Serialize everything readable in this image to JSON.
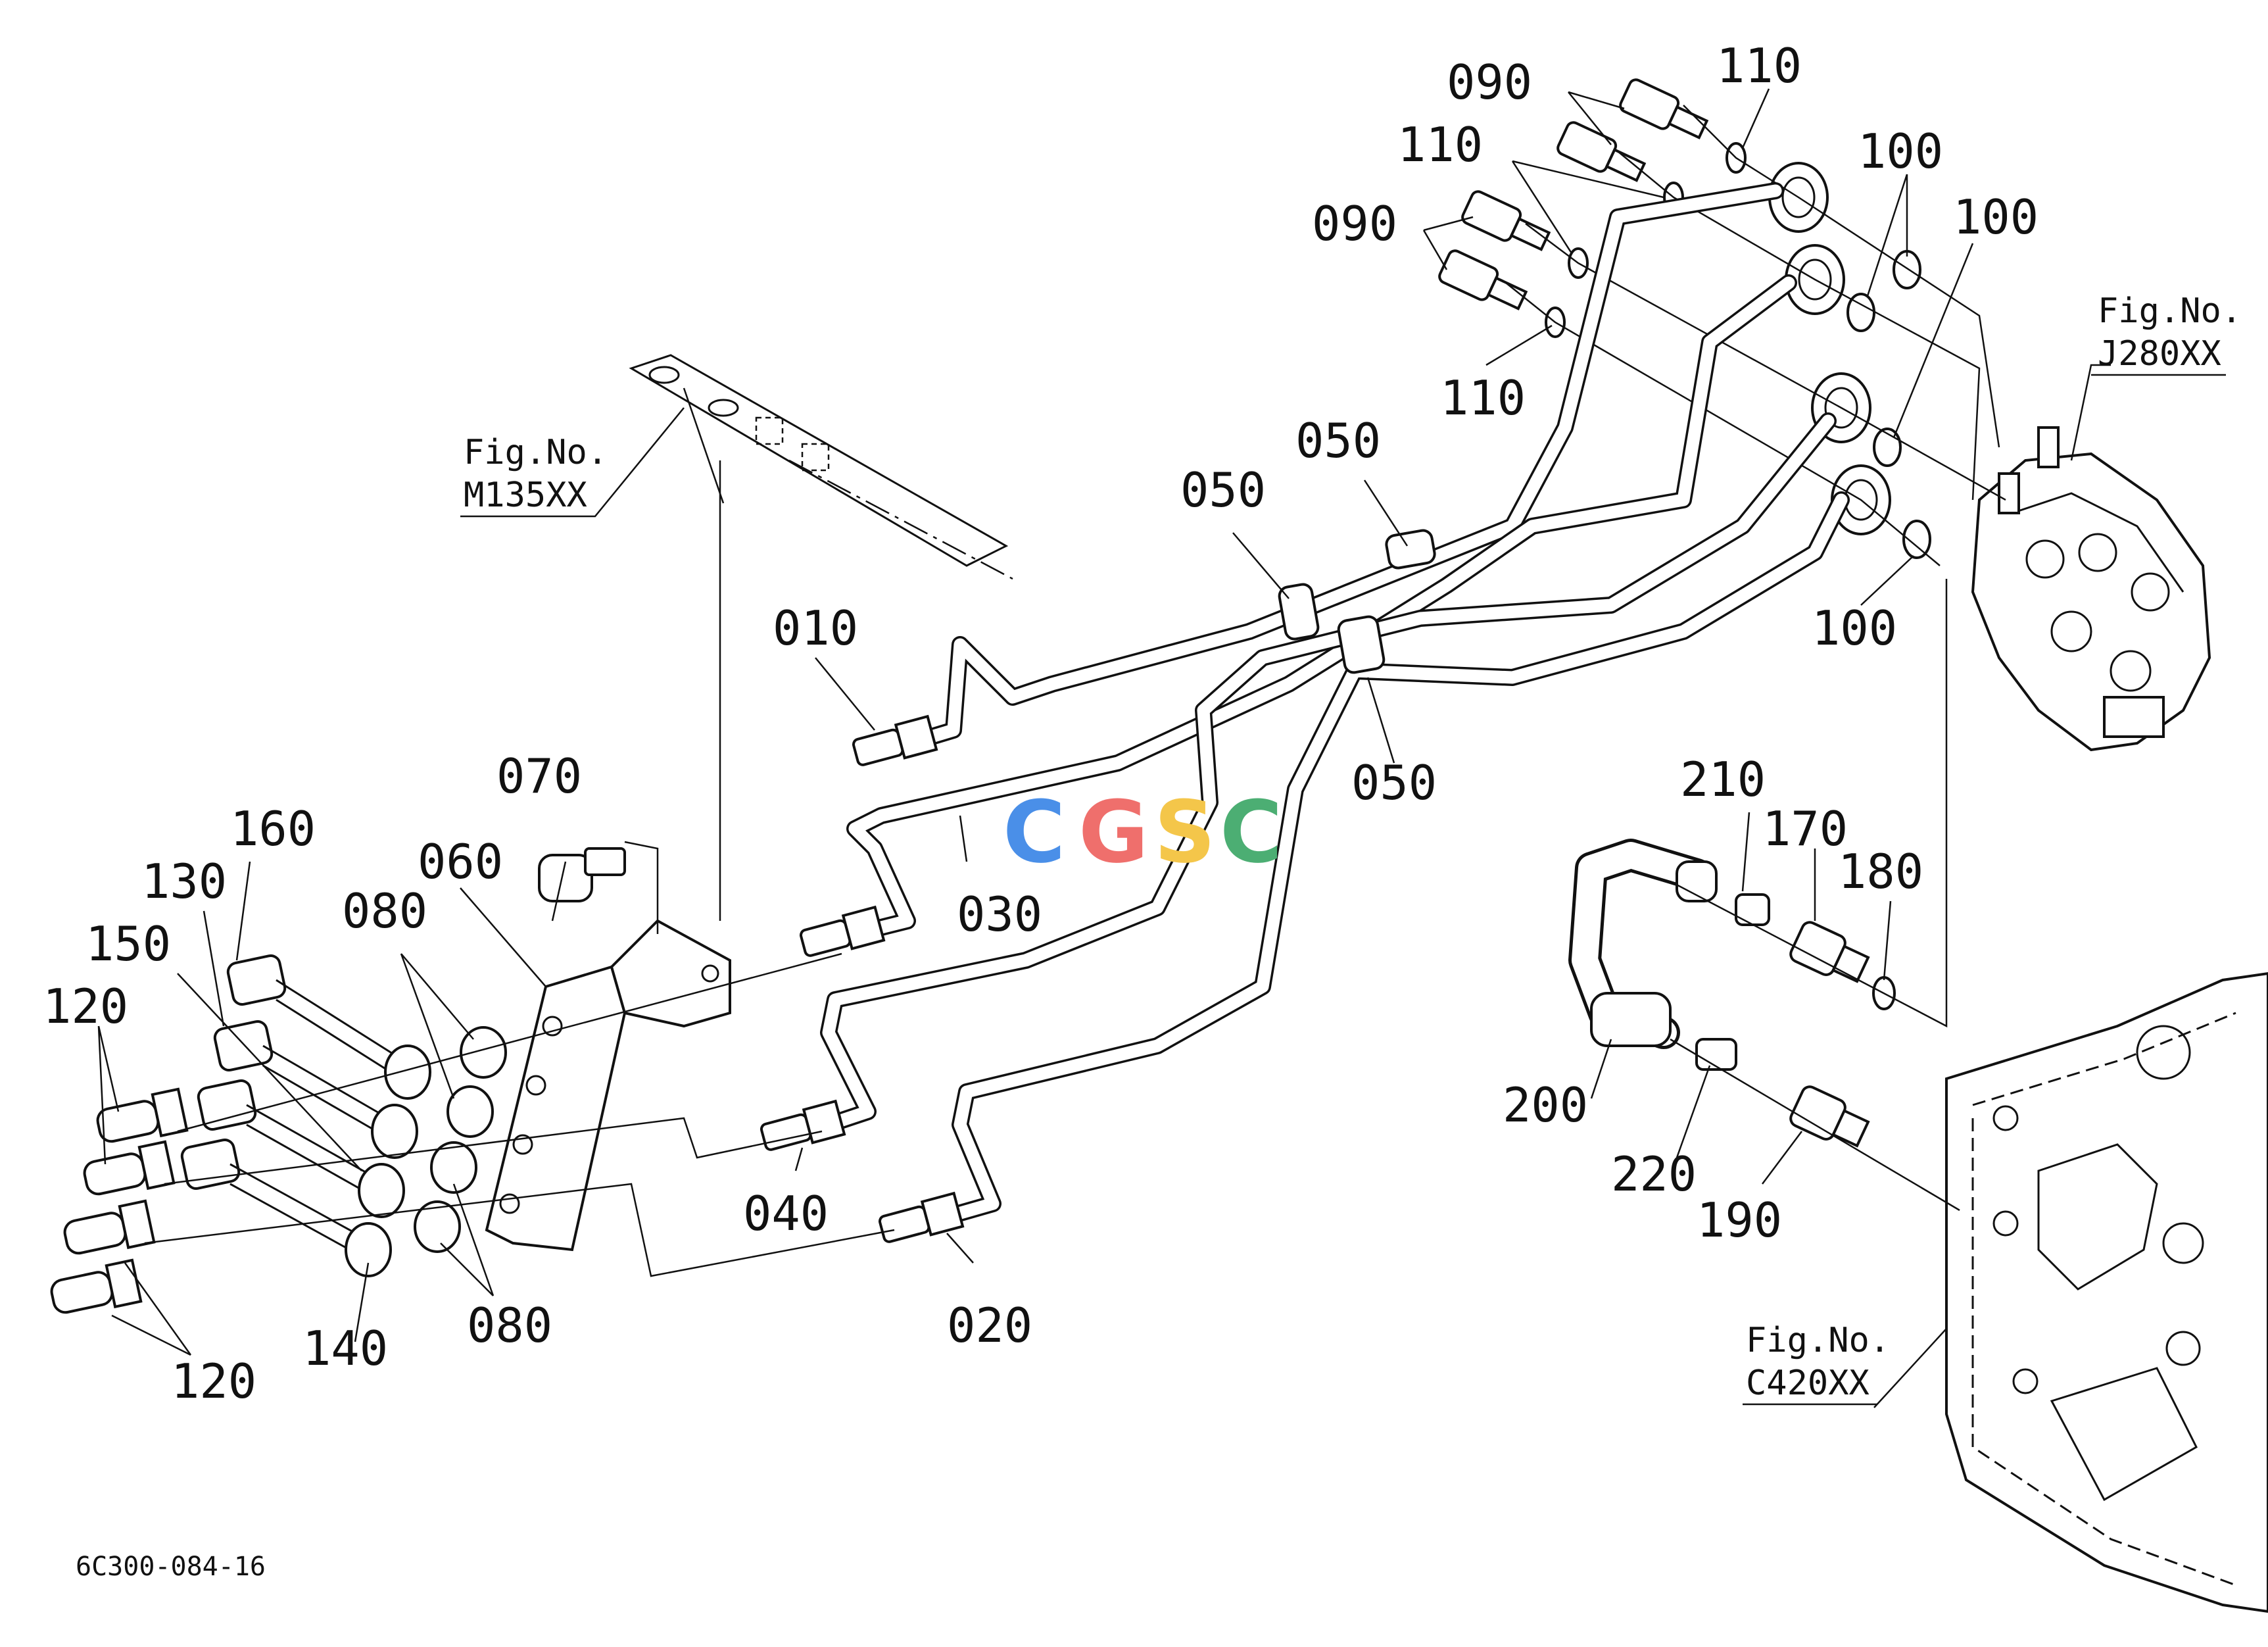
{
  "drawing_code": "6C300-084-16",
  "watermark": {
    "letters": [
      "C",
      "G",
      "S",
      "C"
    ],
    "colors": [
      "#4a8fe8",
      "#ef6f6c",
      "#f4c64a",
      "#4cae73"
    ]
  },
  "fig_refs": {
    "m135": {
      "label": "Fig.No.",
      "code": "M135XX"
    },
    "j280": {
      "label": "Fig.No.",
      "code": "J280XX"
    },
    "c420": {
      "label": "Fig.No.",
      "code": "C420XX"
    }
  },
  "callouts": {
    "p010": "010",
    "p020": "020",
    "p030": "030",
    "p040": "040",
    "p050a": "050",
    "p050b": "050",
    "p050c": "050",
    "p060": "060",
    "p070": "070",
    "p080a": "080",
    "p080b": "080",
    "p090a": "090",
    "p090b": "090",
    "p100a": "100",
    "p100b": "100",
    "p100c": "100",
    "p110a": "110",
    "p110b": "110",
    "p110c": "110",
    "p120a": "120",
    "p120b": "120",
    "p130": "130",
    "p140": "140",
    "p150": "150",
    "p160": "160",
    "p170": "170",
    "p180": "180",
    "p190": "190",
    "p200": "200",
    "p210": "210",
    "p220": "220"
  }
}
